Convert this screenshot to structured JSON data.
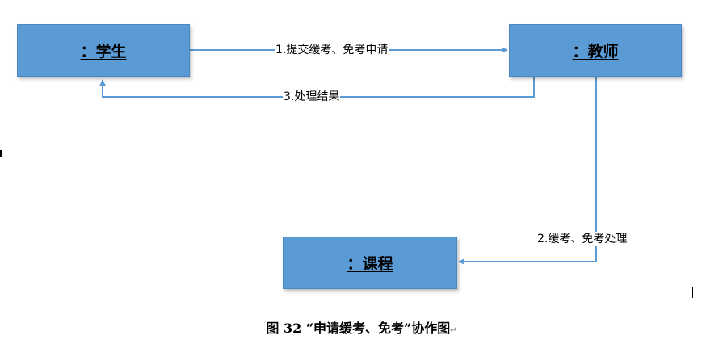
{
  "nodes": {
    "student": {
      "label": "：学生"
    },
    "teacher": {
      "label": "：教师"
    },
    "course": {
      "label": "：课程"
    }
  },
  "edges": {
    "submit": {
      "label": "1.提交缓考、免考申请"
    },
    "handle": {
      "label": "2.缓考、免考处理"
    },
    "result": {
      "label": "3.处理结果"
    }
  },
  "caption": {
    "text": "图  32    “申请缓考、免考”协作图",
    "paragraph_mark": "↵"
  },
  "colors": {
    "node_fill": "#5b9bd5",
    "connector": "#5b9bd5",
    "text": "#000000"
  }
}
